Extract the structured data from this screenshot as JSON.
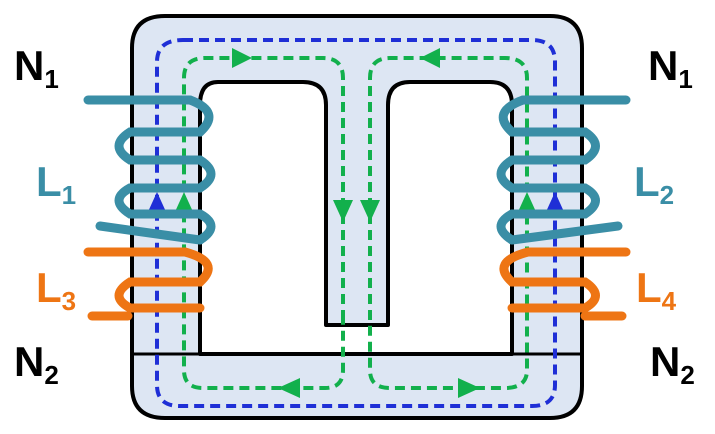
{
  "colors": {
    "core_fill": "#dde6f3",
    "core_stroke": "#000000",
    "blue_flux": "#1f2fd6",
    "green_flux": "#12b04c",
    "teal_coil": "#3a8ea6",
    "orange_coil": "#ee7514",
    "text_black": "#000000"
  },
  "labels": {
    "n1_left": {
      "main": "N",
      "sub": "1"
    },
    "n1_right": {
      "main": "N",
      "sub": "1"
    },
    "n2_left": {
      "main": "N",
      "sub": "2"
    },
    "n2_right": {
      "main": "N",
      "sub": "2"
    },
    "l1": {
      "main": "L",
      "sub": "1"
    },
    "l2": {
      "main": "L",
      "sub": "2"
    },
    "l3": {
      "main": "L",
      "sub": "3"
    },
    "l4": {
      "main": "L",
      "sub": "4"
    }
  },
  "icons": {
    "blue_path": "blue-flux-loop-icon",
    "green_path": "green-flux-loop-icon",
    "arrow": "flux-direction-arrow-icon"
  }
}
